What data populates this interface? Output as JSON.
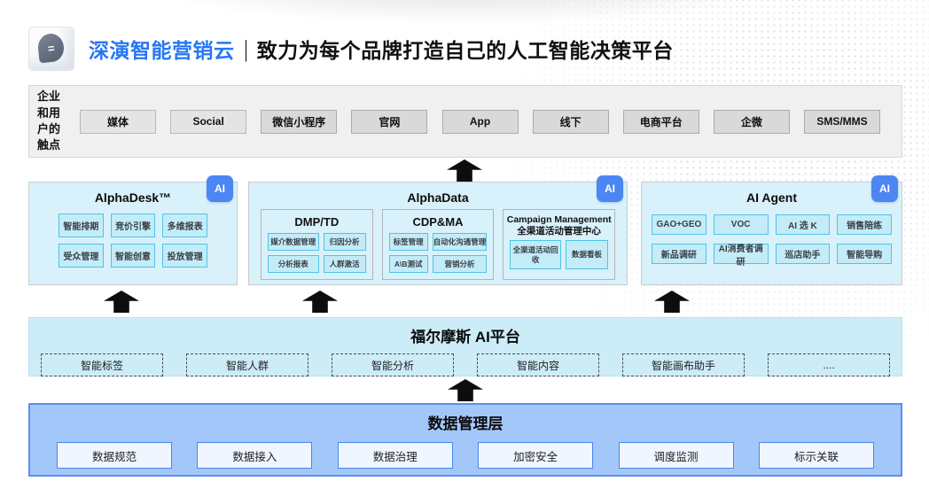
{
  "header": {
    "brand": "深演智能营销云",
    "separator": "|",
    "tagline": "致力为每个品牌打造自己的人工智能决策平台",
    "logo_icon": "cube-with-bubble-icon"
  },
  "touchpoints": {
    "label": "企业和用户的触点",
    "items": [
      "媒体",
      "Social",
      "微信小程序",
      "官网",
      "App",
      "线下",
      "电商平台",
      "企微",
      "SMS/MMS"
    ]
  },
  "panels": [
    {
      "title": "AlphaDesk™",
      "badge": "AI",
      "items": [
        "智能排期",
        "竞价引擎",
        "多维报表",
        "受众管理",
        "智能创意",
        "投放管理"
      ]
    },
    {
      "title": "AlphaData",
      "badge": "AI",
      "groups": [
        {
          "title": "DMP/TD",
          "items": [
            "媒介数据管理",
            "归因分析",
            "分析报表",
            "人群激活"
          ]
        },
        {
          "title": "CDP&MA",
          "items": [
            "标签管理",
            "自动化沟通管理",
            "A\\B测试",
            "营销分析"
          ]
        },
        {
          "title": "Campaign Management",
          "subtitle": "全渠道活动管理中心",
          "items": [
            "全渠道活动回收",
            "数据看板"
          ]
        }
      ]
    },
    {
      "title": "AI Agent",
      "badge": "AI",
      "items": [
        "GAO+GEO",
        "VOC",
        "AI 选 K",
        "销售陪练",
        "新品调研",
        "AI消费者调研",
        "巡店助手",
        "智能导购"
      ]
    }
  ],
  "ai_platform": {
    "title": "福尔摩斯 AI平台",
    "items": [
      "智能标签",
      "智能人群",
      "智能分析",
      "智能内容",
      "智能画布助手",
      "...."
    ]
  },
  "data_layer": {
    "title": "数据管理层",
    "items": [
      "数据规范",
      "数据接入",
      "数据治理",
      "加密安全",
      "调度监测",
      "标示关联"
    ]
  },
  "colors": {
    "brand_blue": "#2777f4",
    "ai_badge_blue": "#4c86f2",
    "panel_cyan_bg": "#d8f1fa",
    "cyan_box_fill": "#c3ecf8",
    "cyan_box_border": "#4fc4e4",
    "platform_band_bg": "#ccedf8",
    "data_band_bg": "#a4c7fa",
    "data_band_border": "#5c8df0",
    "touch_band_bg": "#f0f0f1",
    "arrow_black": "#0d0d0d"
  }
}
